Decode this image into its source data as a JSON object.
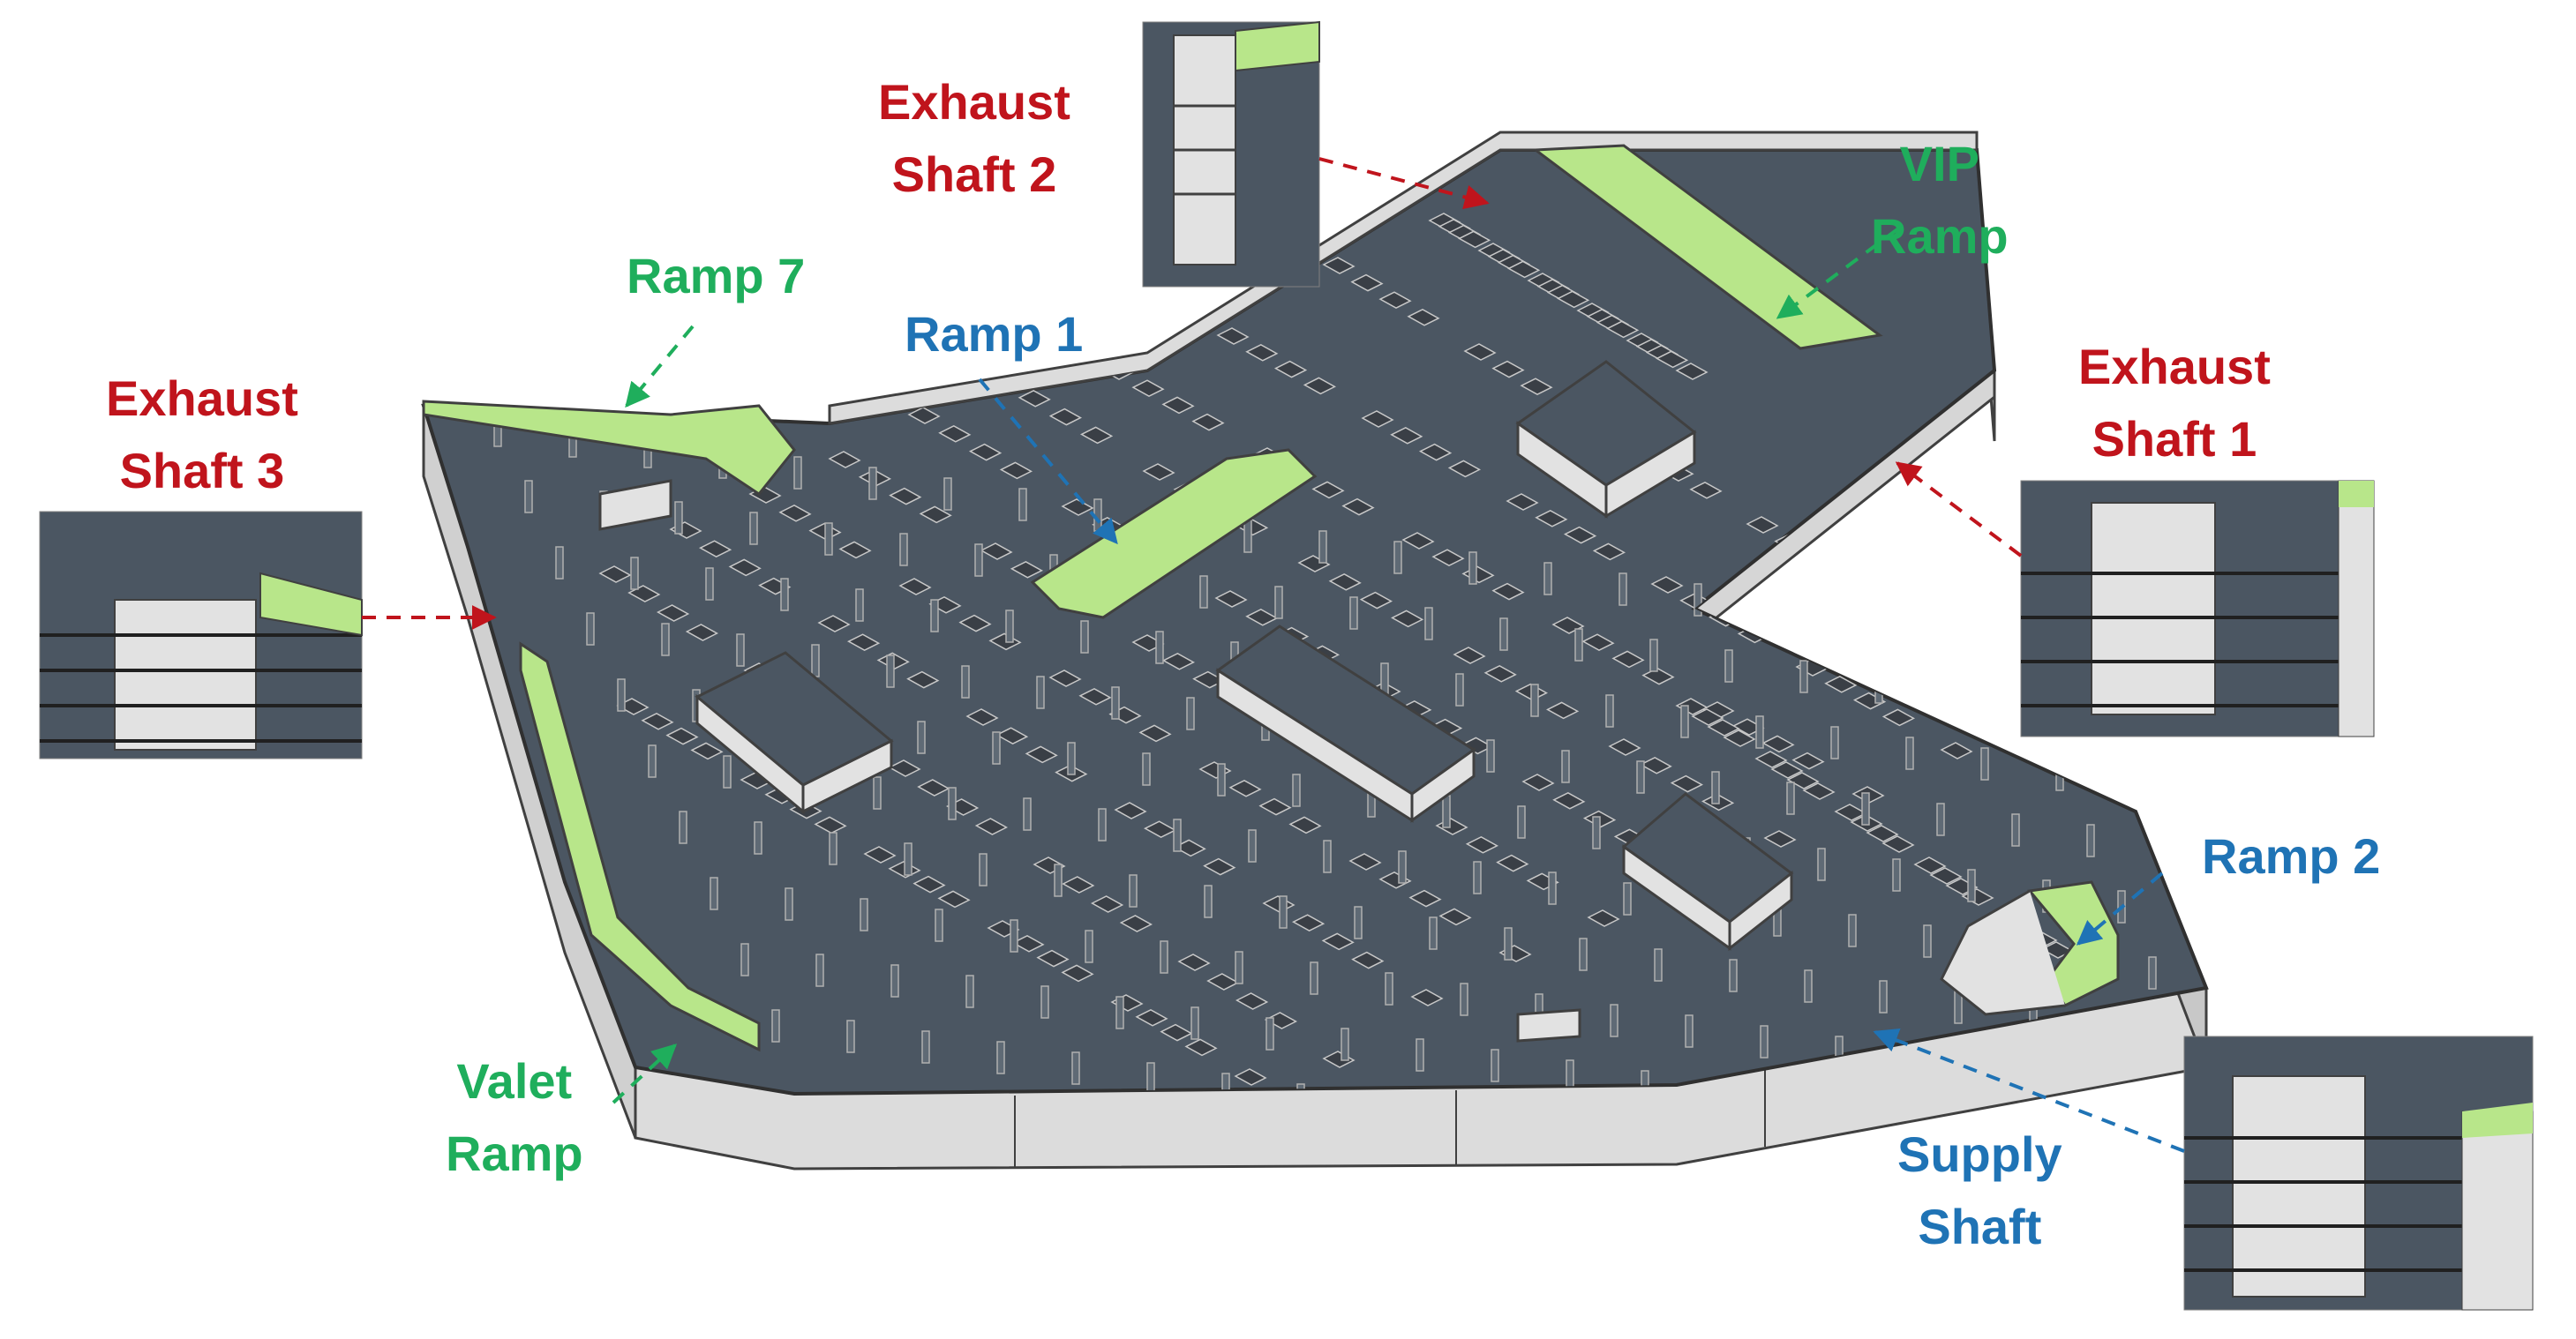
{
  "colors": {
    "floor": "#4b5662",
    "wall": "#d8d8d8",
    "wall_edge": "#404040",
    "ramp": "#b8e68a",
    "exhaust_label": "#c0141c",
    "ramp_label": "#1fae5c",
    "ramp_blue_label": "#1f73b5"
  },
  "labels": {
    "exhaust_shaft_2": [
      "Exhaust",
      "Shaft 2"
    ],
    "vip_ramp": [
      "VIP",
      "Ramp"
    ],
    "exhaust_shaft_1": [
      "Exhaust",
      "Shaft 1"
    ],
    "ramp_7": [
      "Ramp 7"
    ],
    "ramp_1": [
      "Ramp 1"
    ],
    "exhaust_shaft_3": [
      "Exhaust",
      "Shaft 3"
    ],
    "ramp_2": [
      "Ramp 2"
    ],
    "valet_ramp": [
      "Valet",
      "Ramp"
    ],
    "supply_shaft": [
      "Supply",
      "Shaft"
    ]
  }
}
